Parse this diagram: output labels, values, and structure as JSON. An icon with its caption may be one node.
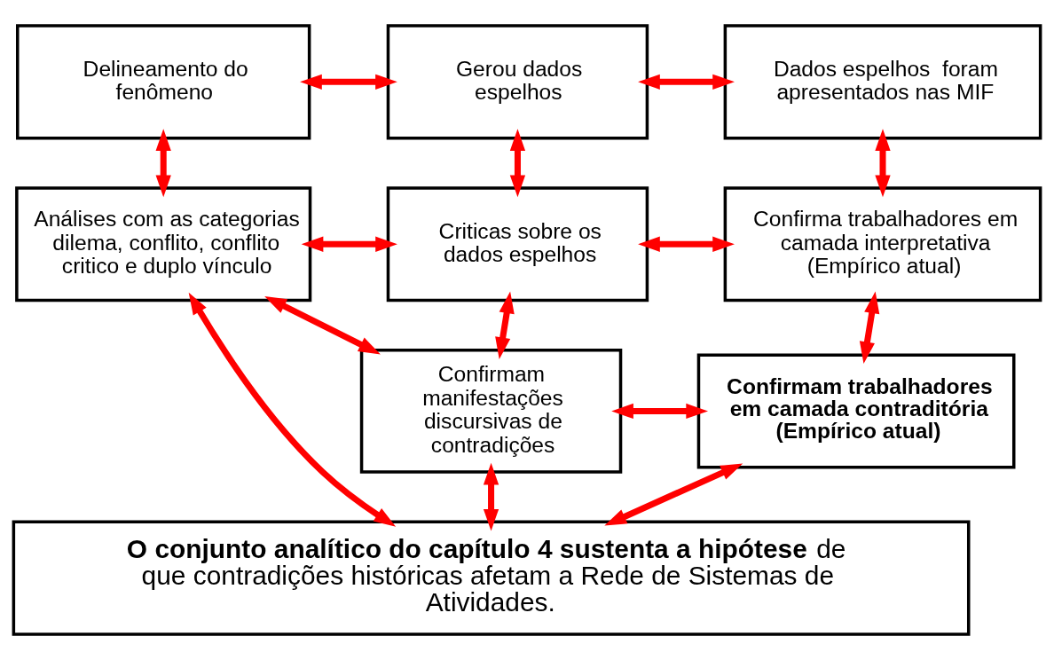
{
  "diagram": {
    "nodes": [
      {
        "text": [
          "Delineamento do fenômeno"
        ]
      },
      {
        "text": [
          "Gerou dados espelhos"
        ]
      },
      {
        "text": [
          "Dados espelhos  foram apresentados nas MIF"
        ]
      },
      {
        "text": [
          "Análises com as categorias  dilema, conflito, conflito critico e duplo vínculo"
        ]
      },
      {
        "text": [
          "Criticas sobre os dados espelhos"
        ]
      },
      {
        "text": [
          "Confirma trabalhadores em camada interpretativa (Empírico atual)"
        ]
      },
      {
        "text": [
          "Confirmam manifestações discursivas de contradições"
        ]
      },
      {
        "text": [
          "Confirmam trabalhadores em camada contraditória (Empírico atual)"
        ]
      },
      {
        "text": [
          "**O conjunto analítico do capítulo 4 sustenta a hipótese** de que contradições históricas afetam a Rede de Sistemas de Atividades."
        ]
      }
    ],
    "edges": [
      {
        "from": 0,
        "to": 1,
        "arrow": "both"
      },
      {
        "from": 1,
        "to": 2,
        "arrow": "both"
      },
      {
        "from": 0,
        "to": 3,
        "arrow": "both"
      },
      {
        "from": 1,
        "to": 4,
        "arrow": "both"
      },
      {
        "from": 2,
        "to": 5,
        "arrow": "both"
      },
      {
        "from": 3,
        "to": 4,
        "arrow": "both"
      },
      {
        "from": 4,
        "to": 5,
        "arrow": "both"
      },
      {
        "from": 4,
        "to": 6,
        "arrow": "both"
      },
      {
        "from": 5,
        "to": 7,
        "arrow": "both"
      },
      {
        "from": 3,
        "to": 6,
        "arrow": "both"
      },
      {
        "from": 6,
        "to": 7,
        "arrow": "both"
      },
      {
        "from": 3,
        "to": 8,
        "arrow": "both"
      },
      {
        "from": 6,
        "to": 8,
        "arrow": "both"
      },
      {
        "from": 7,
        "to": 8,
        "arrow": "both"
      }
    ]
  }
}
